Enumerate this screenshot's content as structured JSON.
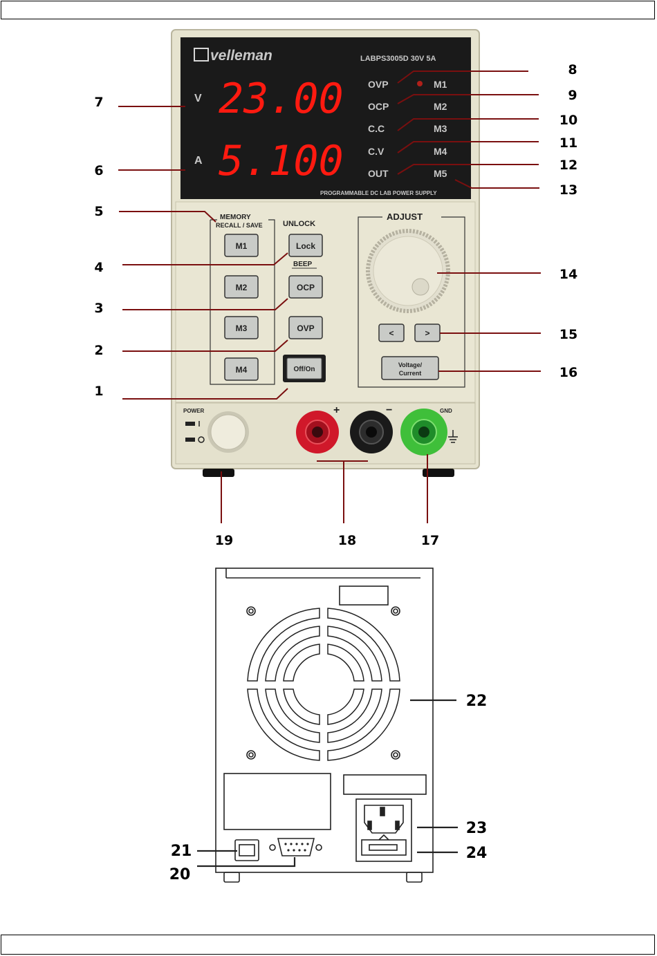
{
  "brand": "velleman",
  "model": "LABPS3005D  30V 5A",
  "subtitle": "PROGRAMMABLE DC LAB POWER SUPPLY",
  "display": {
    "volt_unit": "V",
    "amp_unit": "A",
    "volt_value": "23.00",
    "amp_value": "5.100"
  },
  "indicators": [
    "OVP",
    "OCP",
    "C.C",
    "C.V",
    "OUT"
  ],
  "memory_indicators": [
    "M1",
    "M2",
    "M3",
    "M4",
    "M5"
  ],
  "panel_labels": {
    "memory": "MEMORY",
    "recall_save": "RECALL / SAVE",
    "unlock": "UNLOCK",
    "beep": "BEEP",
    "adjust": "ADJUST",
    "power": "POWER",
    "plus": "+",
    "minus": "−",
    "gnd": "GND"
  },
  "buttons": {
    "m1": "M1",
    "m2": "M2",
    "m3": "M3",
    "m4": "M4",
    "lock": "Lock",
    "ocp": "OCP",
    "ovp": "OVP",
    "offon": "Off/On",
    "left": "<",
    "right": ">",
    "vc_line1": "Voltage/",
    "vc_line2": "Current"
  },
  "callouts": {
    "n1": "1",
    "n2": "2",
    "n3": "3",
    "n4": "4",
    "n5": "5",
    "n6": "6",
    "n7": "7",
    "n8": "8",
    "n9": "9",
    "n10": "10",
    "n11": "11",
    "n12": "12",
    "n13": "13",
    "n14": "14",
    "n15": "15",
    "n16": "16",
    "n17": "17",
    "n18": "18",
    "n19": "19",
    "n20": "20",
    "n21": "21",
    "n22": "22",
    "n23": "23",
    "n24": "24"
  },
  "colors": {
    "callout_line": "#7a0f0f",
    "display_bg": "#1a1a1a",
    "segment": "#ff1a10",
    "case": "#e6e3cf",
    "terminal_pos": "#d0182a",
    "terminal_neg": "#1a1a1a",
    "terminal_gnd": "#3fbf3a"
  }
}
